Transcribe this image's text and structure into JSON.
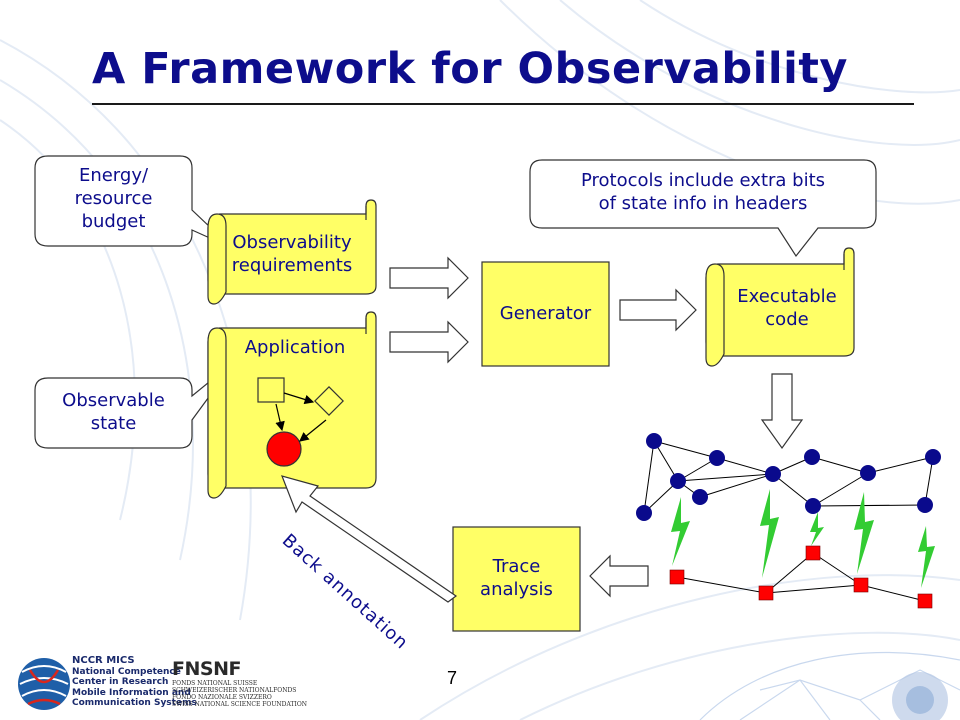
{
  "slide": {
    "title": "A Framework for Observability",
    "page_number": "7"
  },
  "callouts": {
    "energy": [
      "Energy/",
      "resource",
      "budget"
    ],
    "observable": [
      "Observable",
      "state"
    ],
    "protocols": [
      "Protocols include extra bits",
      "of state info in headers"
    ]
  },
  "scrolls": {
    "requirements": [
      "Observability",
      "requirements"
    ],
    "application": "Application",
    "executable": [
      "Executable",
      "code"
    ]
  },
  "boxes": {
    "generator": "Generator",
    "trace": [
      "Trace",
      "analysis"
    ]
  },
  "annotation": "Back annotation",
  "logos": {
    "nccr": {
      "name": "NCCR MICS",
      "lines": [
        "National Competence",
        "Center in Research",
        "Mobile Information and",
        "Communication Systems"
      ]
    },
    "fns": {
      "mark": "FNSNF",
      "lines": [
        "FONDS NATIONAL SUISSE",
        "SCHWEIZERISCHER NATIONALFONDS",
        "FONDO NAZIONALE SVIZZERO",
        "SWISS NATIONAL SCIENCE FOUNDATION"
      ]
    }
  },
  "colors": {
    "title": "#0d0d8c",
    "box_fill": "#ffff66",
    "scroll_fill": "#ffff66",
    "node_blue": "#0a0a8c",
    "node_red": "#ff0000",
    "lightning": "#33cc33"
  }
}
